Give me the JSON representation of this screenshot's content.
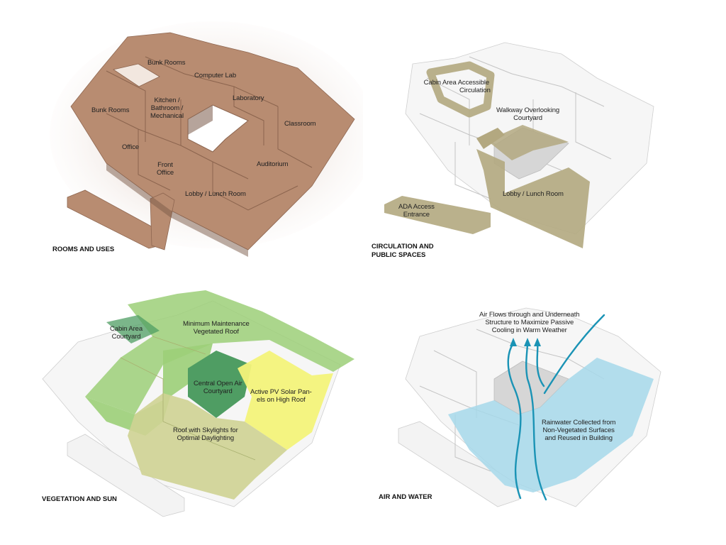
{
  "panels": {
    "rooms": {
      "title": "ROOMS AND USES",
      "labels": {
        "bunk_rooms_top": "Bunk Rooms",
        "computer_lab": "Computer Lab",
        "kitchen": [
          "Kitchen /",
          "Bathroom /",
          "Mechanical"
        ],
        "laboratory": "Laboratory",
        "bunk_rooms_left": "Bunk Rooms",
        "classroom": "Classroom",
        "office": "Office",
        "front_office": [
          "Front",
          "Office"
        ],
        "auditorium": "Auditorium",
        "lobby": "Lobby / Lunch Room"
      }
    },
    "circulation": {
      "title": [
        "CIRCULATION AND",
        "PUBLIC SPACES"
      ],
      "labels": {
        "cabin_circulation": [
          "Cabin Area Accessible",
          "Circulation"
        ],
        "walkway": [
          "Walkway Overlooking",
          "Courtyard"
        ],
        "lobby": "Lobby / Lunch Room",
        "ada": [
          "ADA Access",
          "Entrance"
        ]
      }
    },
    "vegetation": {
      "title": "VEGETATION AND SUN",
      "labels": {
        "cabin_courtyard": [
          "Cabin Area",
          "Courtyard"
        ],
        "veg_roof": [
          "Minimum Maintenance",
          "Vegetated Roof"
        ],
        "central_courtyard": [
          "Central Open Air",
          "Courtyard"
        ],
        "solar": [
          "Active PV Solar Pan-",
          "els on High Roof"
        ],
        "skylights": [
          "Roof with Skylights for",
          "Optimal Daylighting"
        ]
      }
    },
    "air": {
      "title": "AIR AND WATER",
      "labels": {
        "air_flow": [
          "Air Flows through and Underneath",
          "Structure to Maximize Passive",
          "Cooling in Warm Weather"
        ],
        "rainwater": [
          "Rainwater Collected from",
          "Non-Vegetated Surfaces",
          "and Reused in Building"
        ]
      }
    }
  },
  "colors": {
    "rooms": "#a77b60",
    "rooms_light": "#c9a896",
    "circulation": "#b3a880",
    "vegetated_roof": "#9ccf78",
    "courtyard_green": "#4f9d63",
    "solar_yellow": "#f3f37a",
    "skylight_roof": "#cfd394",
    "water_blue": "#a6d8ea",
    "air_arrow": "#1a93b5",
    "model_white": "#f4f4f4",
    "model_edge": "#c8c8c8"
  }
}
